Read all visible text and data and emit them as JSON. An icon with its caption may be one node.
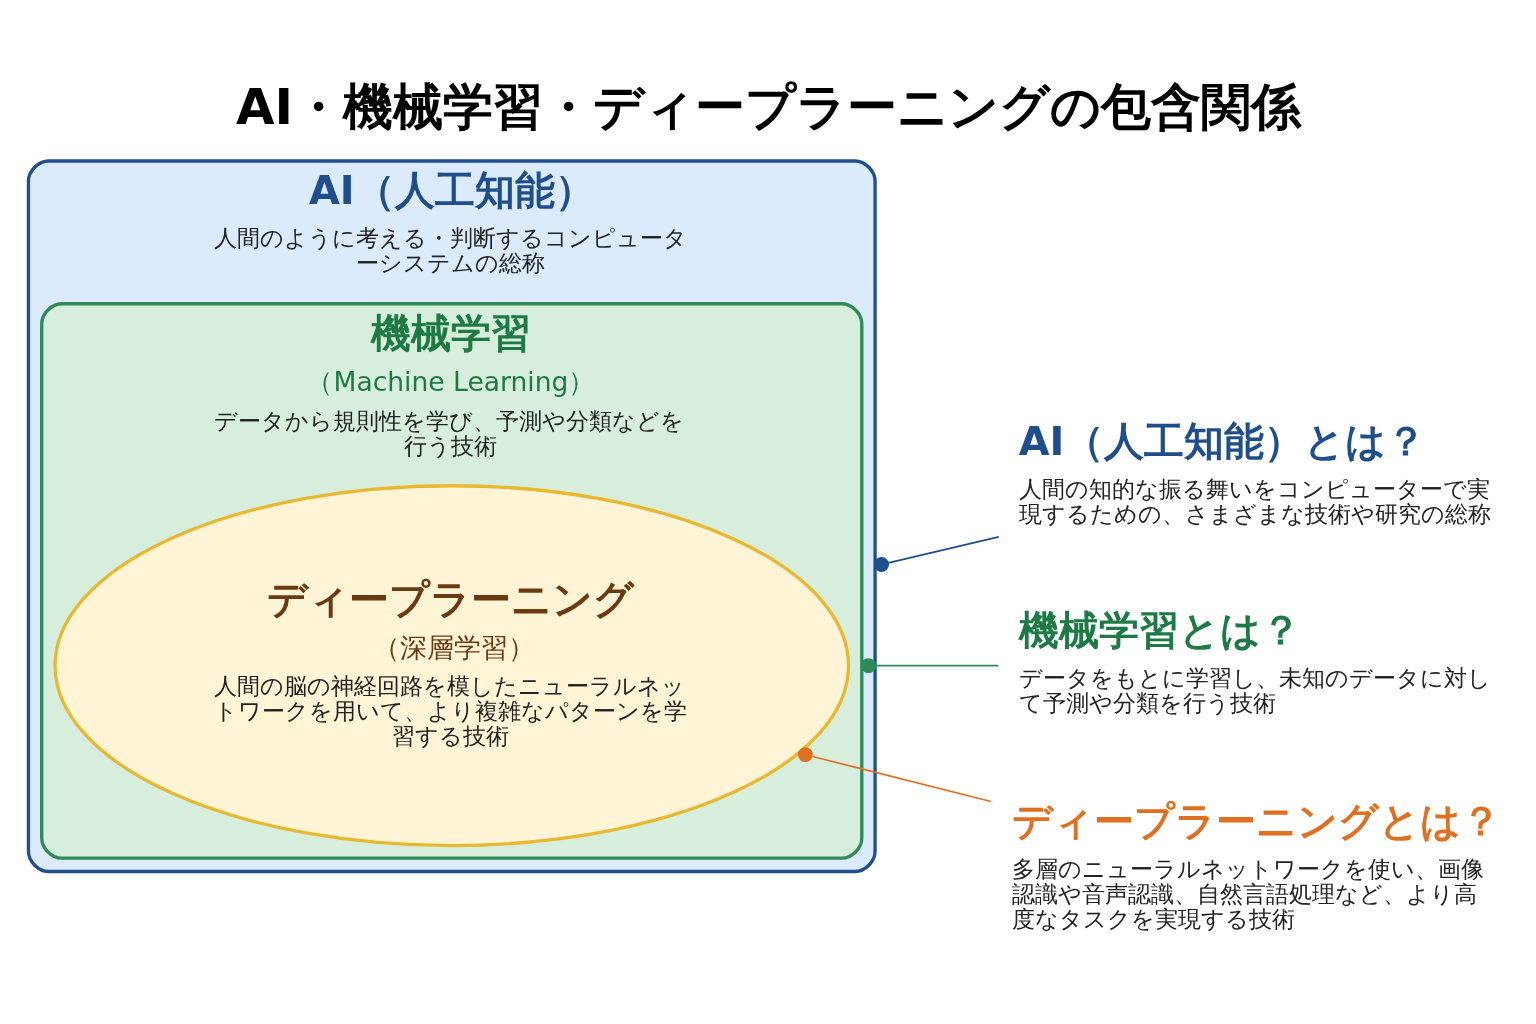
{
  "diagram": {
    "title": "AI・機械学習・ディープラーニングの包含関係",
    "nodes": [
      {
        "text": [
          "AI（人工知能）",
          "人間のように考える・判断するコンピューターシステムの総称"
        ]
      },
      {
        "text": [
          "機械学習",
          "（Machine Learning）",
          "データから規則性を学び、予測や分類などを行う技術"
        ],
        "in": 0
      },
      {
        "text": [
          "ディープラーニング",
          "（深層学習）",
          "人間の脳の神経回路を模したニューラルネットワークを用いて、より複雑なパターンを学習する技術"
        ],
        "in": 1
      },
      {
        "text": [
          "AI（人工知能）とは？",
          "人間の知的な振る舞いをコンピューターで実現するための、さまざまな技術や研究の総称"
        ]
      },
      {
        "text": [
          "機械学習とは？",
          "データをもとに学習し、未知のデータに対して予測や分類を行う技術"
        ]
      },
      {
        "text": [
          "ディープラーニングとは？",
          "多層のニューラルネットワークを使い、画像認識や音声認識、自然言語処理など、より高度なタスクを実現する技術"
        ]
      }
    ],
    "edges": [
      {
        "from": 3,
        "to": 0,
        "arrow": "other",
        "color": "#1f4e8c"
      },
      {
        "from": 4,
        "to": 1,
        "arrow": "other",
        "color": "#2e8b57"
      },
      {
        "from": 5,
        "to": 2,
        "arrow": "other",
        "color": "#e07020"
      }
    ]
  }
}
